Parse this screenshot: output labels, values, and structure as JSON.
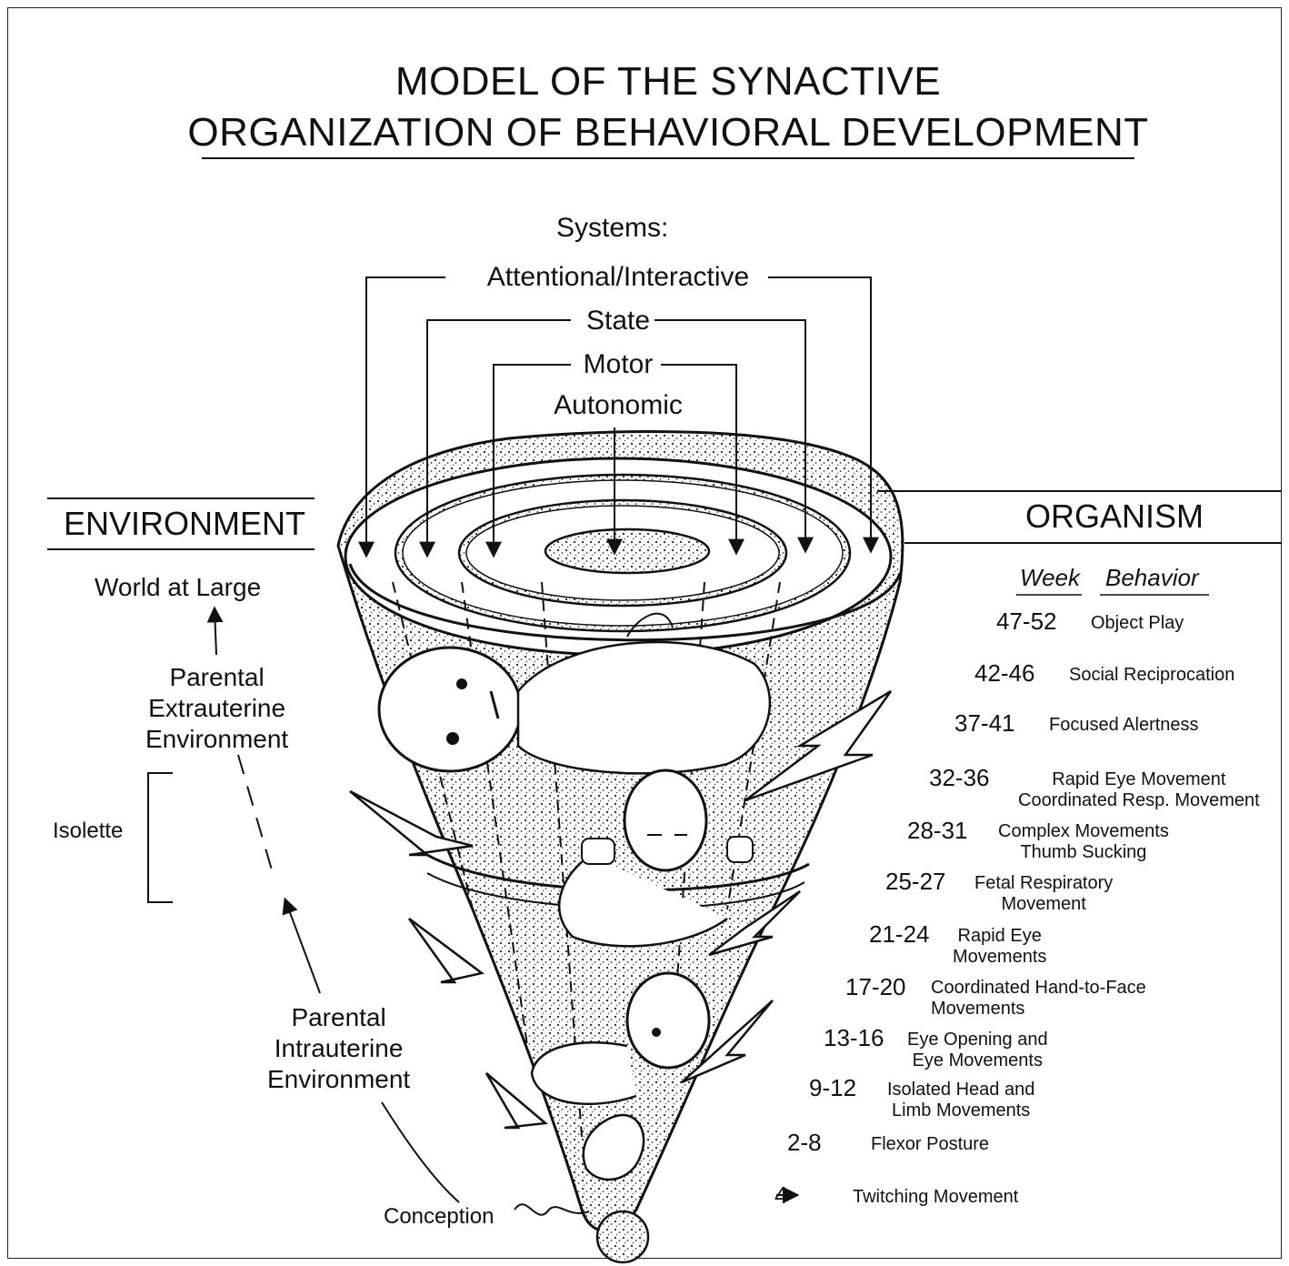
{
  "title": {
    "line1": "MODEL OF THE SYNACTIVE",
    "line2": "ORGANIZATION OF BEHAVIORAL DEVELOPMENT"
  },
  "systems": {
    "heading": "Systems:",
    "items": [
      "Attentional/Interactive",
      "State",
      "Motor",
      "Autonomic"
    ]
  },
  "environment": {
    "heading": "ENVIRONMENT",
    "world": "World at Large",
    "extrauterine": "Parental\nExtrauterine\nEnvironment",
    "isolette": "Isolette",
    "intrauterine": "Parental\nIntrauterine\nEnvironment",
    "conception": "Conception"
  },
  "organism": {
    "heading": "ORGANISM",
    "col_week": "Week",
    "col_behavior": "Behavior",
    "rows": [
      {
        "week": "47-52",
        "behavior": "Object Play"
      },
      {
        "week": "42-46",
        "behavior": "Social Reciprocation"
      },
      {
        "week": "37-41",
        "behavior": "Focused Alertness"
      },
      {
        "week": "32-36",
        "behavior": "Rapid Eye Movement\nCoordinated Resp. Movement"
      },
      {
        "week": "28-31",
        "behavior": "Complex Movements\nThumb Sucking"
      },
      {
        "week": "25-27",
        "behavior": "Fetal Respiratory\nMovement"
      },
      {
        "week": "21-24",
        "behavior": "Rapid Eye\nMovements"
      },
      {
        "week": "17-20",
        "behavior": "Coordinated Hand-to-Face\nMovements"
      },
      {
        "week": "13-16",
        "behavior": "Eye Opening and\nEye Movements"
      },
      {
        "week": "9-12",
        "behavior": "Isolated Head and\nLimb Movements"
      },
      {
        "week": "2-8",
        "behavior": "Flexor Posture"
      },
      {
        "week": "→4",
        "behavior": "Twitching Movement"
      }
    ]
  }
}
